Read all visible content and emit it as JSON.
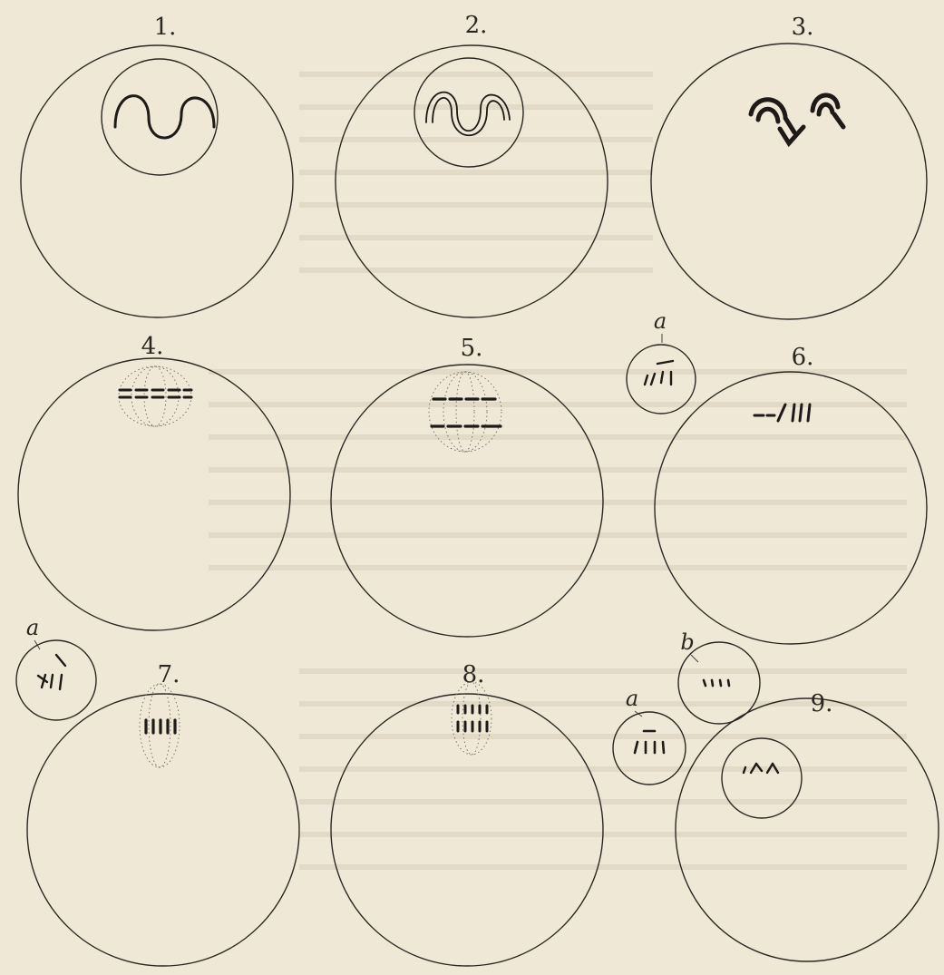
{
  "figures": [
    {
      "label": "1."
    },
    {
      "label": "2."
    },
    {
      "label": "3."
    },
    {
      "label": "4."
    },
    {
      "label": "5."
    },
    {
      "label": "6."
    },
    {
      "label": "7."
    },
    {
      "label": "8."
    },
    {
      "label": "9."
    }
  ],
  "cell_labels": {
    "fig6_a": "a",
    "fig7_a": "a",
    "fig9_a": "a",
    "fig9_b": "b"
  },
  "colors": {
    "paper": "#efe8d6",
    "ink": "#1d1a17"
  }
}
